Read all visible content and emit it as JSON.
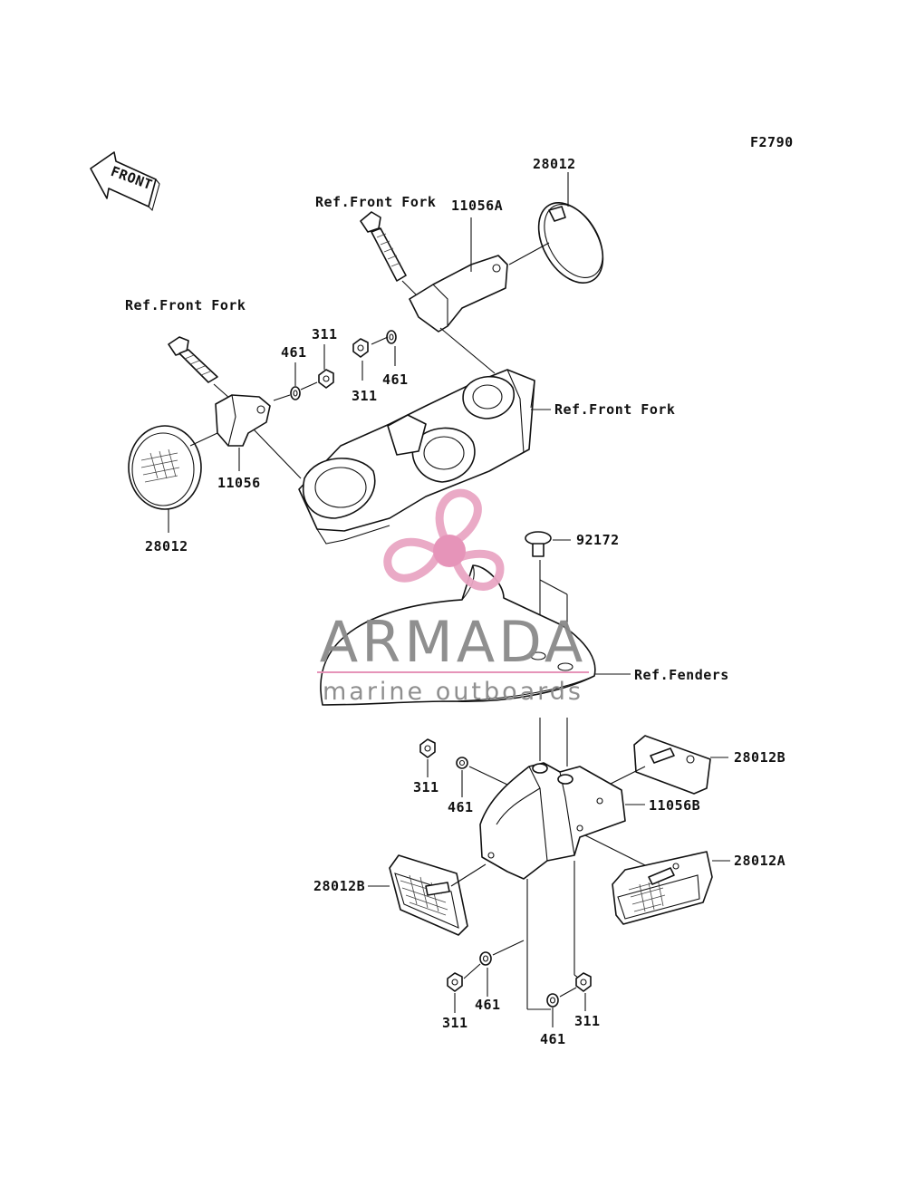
{
  "diagram": {
    "code": "F2790",
    "direction_label": "FRONT",
    "labels": {
      "p28012_top": "28012",
      "ref_fork_top": "Ref.Front Fork",
      "p11056A": "11056A",
      "ref_fork_left": "Ref.Front Fork",
      "p311_a": "311",
      "p461_a": "461",
      "p311_b": "311",
      "p461_b": "461",
      "ref_fork_right": "Ref.Front Fork",
      "p11056": "11056",
      "p28012_left": "28012",
      "p92172": "92172",
      "ref_fenders": "Ref.Fenders",
      "p311_c": "311",
      "p461_c": "461",
      "p28012B_right": "28012B",
      "p11056B": "11056B",
      "p28012A": "28012A",
      "p28012B_left": "28012B",
      "p311_d": "311",
      "p461_d": "461",
      "p461_e": "461",
      "p311_e": "311"
    }
  },
  "watermark": {
    "brand": "ARMADA",
    "tagline": "marine outboards",
    "colors": {
      "propeller": "#e9a6c4",
      "hub": "#e58fb6",
      "text": "#8a8a8a",
      "rule": "#e58fb6"
    }
  }
}
